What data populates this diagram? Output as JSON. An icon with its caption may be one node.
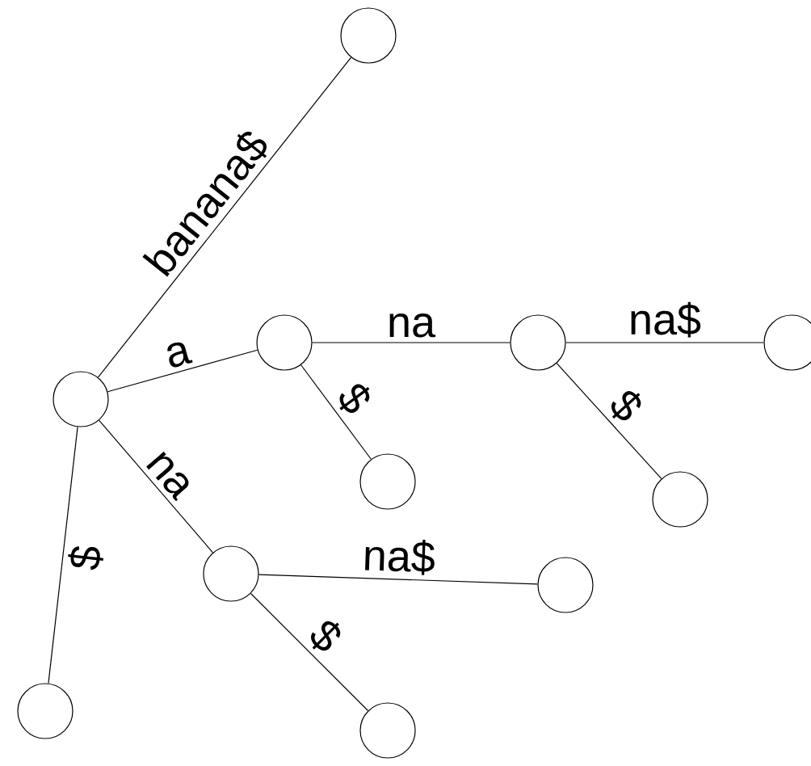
{
  "diagram": {
    "nodes": [
      {
        "text": [],
        "shape": "circle"
      },
      {
        "text": [],
        "shape": "circle"
      },
      {
        "text": [],
        "shape": "circle"
      },
      {
        "text": [],
        "shape": "circle"
      },
      {
        "text": [],
        "shape": "circle"
      },
      {
        "text": [],
        "shape": "circle"
      },
      {
        "text": [],
        "shape": "circle"
      },
      {
        "text": [],
        "shape": "circle"
      },
      {
        "text": [],
        "shape": "circle"
      },
      {
        "text": [],
        "shape": "circle"
      },
      {
        "text": [],
        "shape": "circle"
      }
    ],
    "edges": [
      {
        "from": 0,
        "to": 1,
        "arrow": "none",
        "label": "banana$"
      },
      {
        "from": 0,
        "to": 2,
        "arrow": "none",
        "label": "a"
      },
      {
        "from": 2,
        "to": 3,
        "arrow": "none",
        "label": "na"
      },
      {
        "from": 3,
        "to": 4,
        "arrow": "none",
        "label": "na$"
      },
      {
        "from": 3,
        "to": 6,
        "arrow": "none",
        "label": "$"
      },
      {
        "from": 2,
        "to": 5,
        "arrow": "none",
        "label": "$"
      },
      {
        "from": 0,
        "to": 7,
        "arrow": "none",
        "label": "na"
      },
      {
        "from": 7,
        "to": 8,
        "arrow": "none",
        "label": "na$"
      },
      {
        "from": 7,
        "to": 9,
        "arrow": "none",
        "label": "$"
      },
      {
        "from": 0,
        "to": 10,
        "arrow": "none",
        "label": "$"
      }
    ]
  }
}
